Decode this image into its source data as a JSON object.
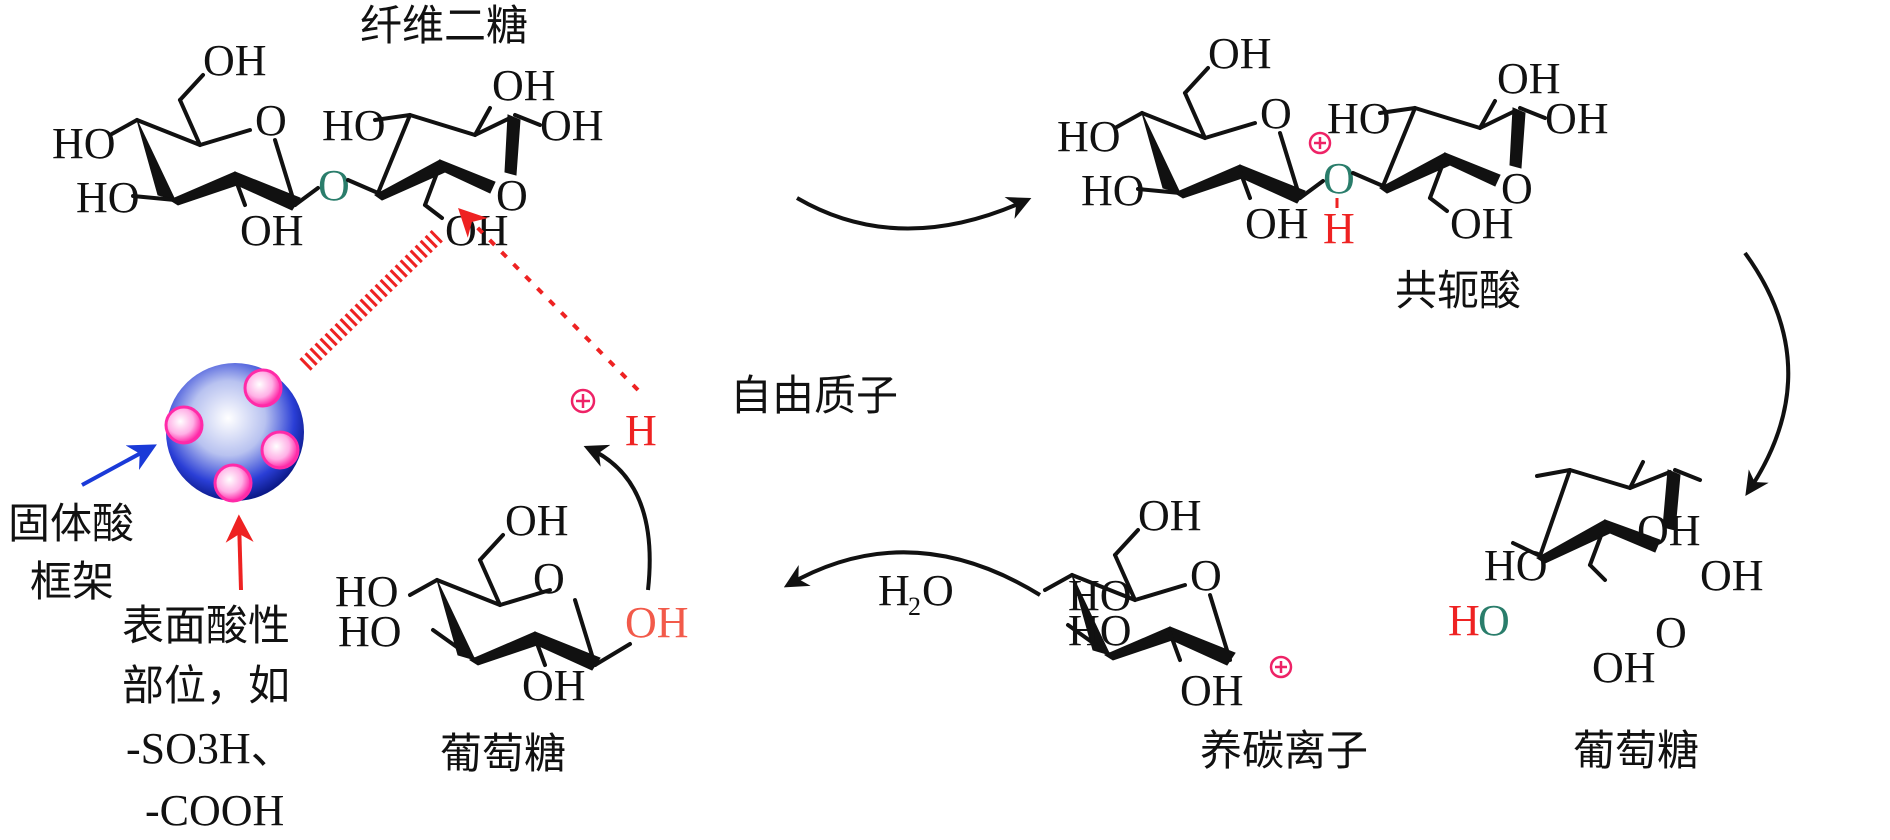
{
  "title": "纤维二糖",
  "labels": {
    "conjugate_acid": "共轭酸",
    "free_proton": "自由质子",
    "carbenium_ion": "养碳离子",
    "glucose_right": "葡萄糖",
    "glucose_left": "葡萄糖",
    "solid_acid_line1": "固体酸",
    "solid_acid_line2": "框架",
    "surface_sites_line1": "表面酸性",
    "surface_sites_line2": "部位，如",
    "surface_sites_line3": "-SO3H、",
    "surface_sites_line4": "-COOH"
  },
  "atoms": {
    "OH": "OH",
    "HO": "HO",
    "O": "O",
    "H": "H",
    "proton_H": "H",
    "plus": "+",
    "water_H": "H",
    "water_sub": "2",
    "water_O": "O"
  },
  "colors": {
    "glycosidic_oxygen": "#2a7d6b",
    "proton": "#ee2222",
    "released_hydroxyl": "#f25a4a",
    "sphere": "#1a2fc8",
    "acid_site": "#ff2aa8",
    "framework_arrow": "#1a3ad8",
    "site_arrow": "#ee2222"
  }
}
